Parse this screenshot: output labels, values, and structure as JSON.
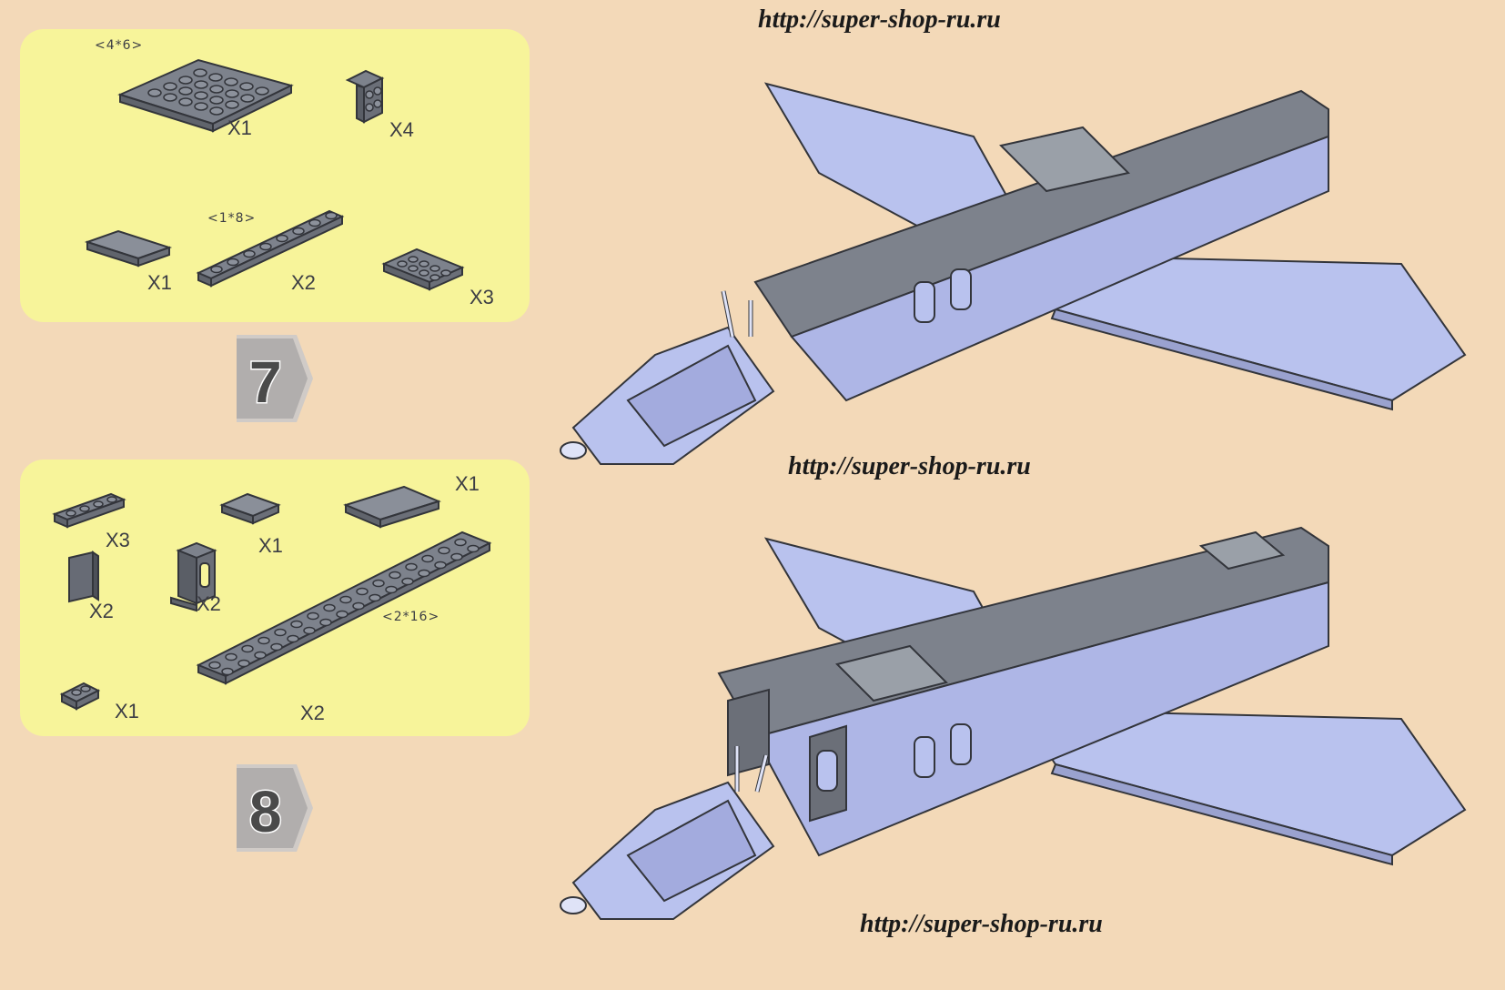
{
  "watermarks": [
    "http://super-shop-ru.ru",
    "http://super-shop-ru.ru",
    "http://super-shop-ru.ru"
  ],
  "steps": [
    {
      "number": "7",
      "parts": [
        {
          "dim": "<4*6>",
          "qty": "X1"
        },
        {
          "dim": "",
          "qty": "X4"
        },
        {
          "dim": "",
          "qty": "X1"
        },
        {
          "dim": "<1*8>",
          "qty": "X2"
        },
        {
          "dim": "",
          "qty": "X3"
        }
      ]
    },
    {
      "number": "8",
      "parts": [
        {
          "dim": "",
          "qty": "X3"
        },
        {
          "dim": "",
          "qty": "X1"
        },
        {
          "dim": "",
          "qty": "X1"
        },
        {
          "dim": "",
          "qty": "X2"
        },
        {
          "dim": "",
          "qty": "X2"
        },
        {
          "dim": "<2*16>",
          "qty": "X2"
        },
        {
          "dim": "",
          "qty": "X1"
        }
      ]
    }
  ],
  "colors": {
    "background": "#f3d9b8",
    "panel": "#f7f49a",
    "brick_dark": "#7d828c",
    "brick_light": "#b9c2ee",
    "outline": "#33353b",
    "badge": "#9a9a9a"
  }
}
